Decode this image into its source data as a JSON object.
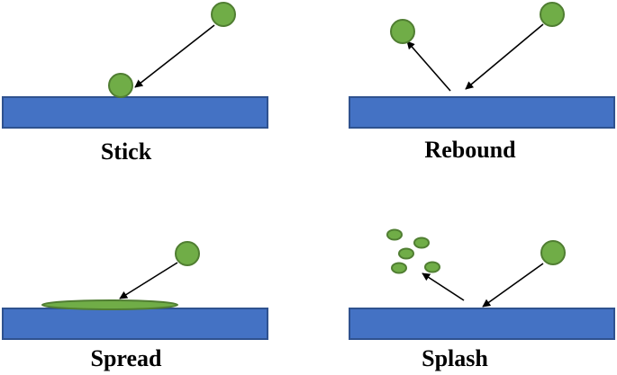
{
  "panels": {
    "stick": {
      "label": "Stick"
    },
    "rebound": {
      "label": "Rebound"
    },
    "spread": {
      "label": "Spread"
    },
    "splash": {
      "label": "Splash"
    }
  },
  "colors": {
    "surface": "#4472C4",
    "surface_border": "#2F528F",
    "droplet": "#70AD47",
    "droplet_border": "#507E32",
    "arrow": "#000000"
  }
}
